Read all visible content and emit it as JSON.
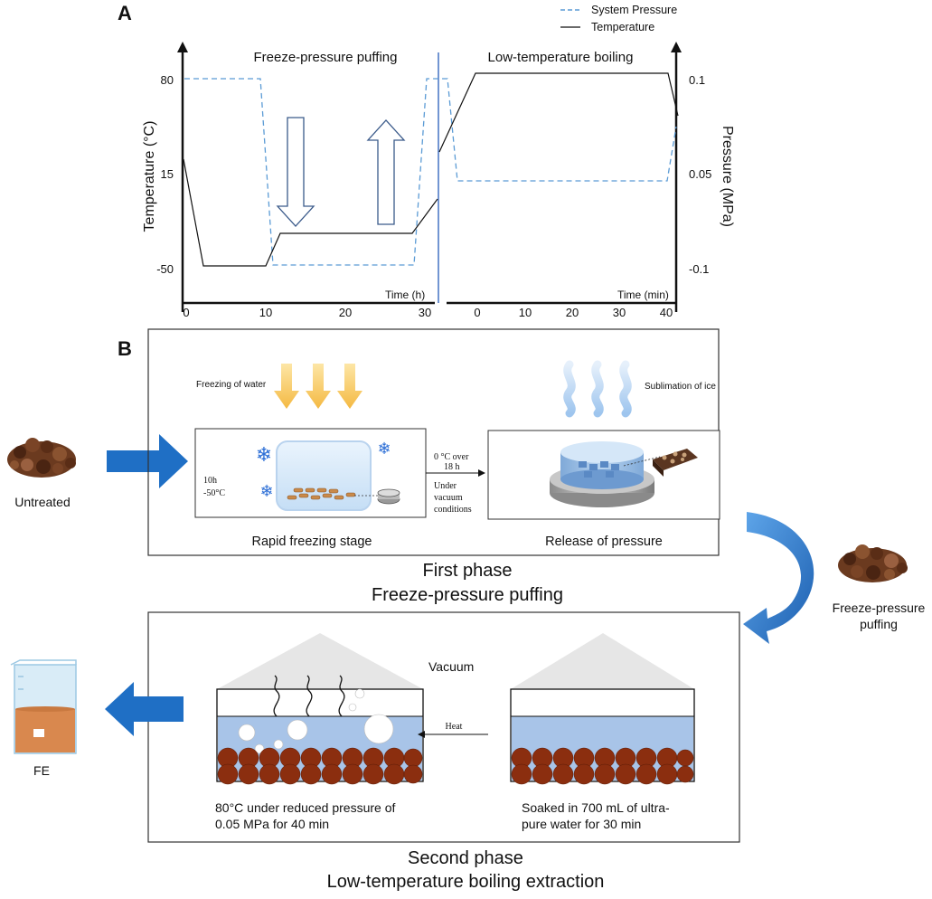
{
  "panel_a": {
    "label": "A",
    "legend": {
      "pressure": "System Pressure",
      "temperature": "Temperature"
    },
    "phase_left": "Freeze-pressure puffing",
    "phase_right": "Low-temperature boiling",
    "y_left_label": "Temperature (°C)",
    "y_right_label": "Pressure (MPa)",
    "y_left_ticks": [
      "80",
      "15",
      "-50"
    ],
    "y_right_ticks": [
      "0.1",
      "0.05",
      "-0.1"
    ],
    "x_left_label": "Time (h)",
    "x_right_label": "Time (min)",
    "x_left_ticks": [
      "0",
      "10",
      "20",
      "30"
    ],
    "x_right_ticks": [
      "0",
      "10",
      "20",
      "30",
      "40"
    ],
    "colors": {
      "pressure": "#5b9bd5",
      "temperature": "#111111",
      "divider": "#4472c4"
    }
  },
  "panel_b": {
    "label": "B",
    "untreated": "Untreated",
    "freezing_of_water": "Freezing of water",
    "sublimation_of_ice": "Sublimation of ice",
    "freeze_conditions": [
      "10h",
      "-50°C"
    ],
    "transfer_conditions": [
      "0 °C over",
      "18 h",
      "Under",
      "vacuum",
      "conditions"
    ],
    "rapid_freezing": "Rapid freezing stage",
    "release_pressure": "Release of pressure",
    "first_phase": [
      "First phase",
      "Freeze-pressure puffing"
    ],
    "puffed": [
      "Freeze-pressure",
      "puffing"
    ],
    "vacuum": "Vacuum",
    "heat": "Heat",
    "left_caption": [
      "80°C under reduced pressure of",
      "0.05 MPa for 40 min"
    ],
    "right_caption": [
      "Soaked in 700 mL of ultra-",
      "pure water for 30 min"
    ],
    "fe": "FE",
    "second_phase": [
      "Second phase",
      "Low-temperature boiling extraction"
    ],
    "colors": {
      "blue_arrow": "#1f6fc5",
      "yellow_arrow": "#f7c461",
      "water": "#a8c4e8",
      "grain": "#8b2e0f",
      "liquid": "#d9884e"
    }
  }
}
